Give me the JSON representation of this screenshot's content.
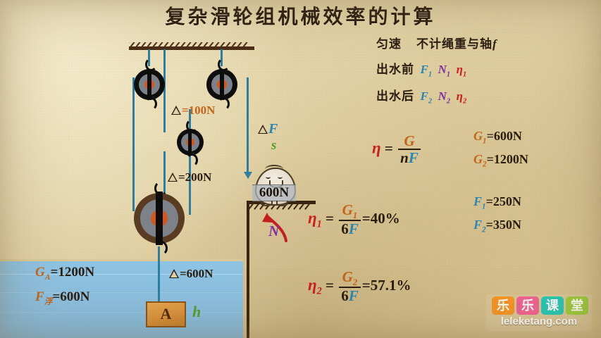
{
  "title": "复杂滑轮组机械效率的计算",
  "notes": {
    "uniform": "匀速",
    "no_rope_axis": "不计绳重与轴",
    "friction_sym": "f",
    "before_label": "出水前",
    "after_label": "出水后",
    "before_items": [
      "F",
      "N",
      "η"
    ],
    "after_items": [
      "F",
      "N",
      "η"
    ],
    "before_sub": "1",
    "after_sub": "2"
  },
  "formulas": {
    "main": {
      "lhs": "η",
      "eq": "=",
      "num": "G",
      "den_n": "n",
      "den_f": "F"
    },
    "eta1": {
      "lhs": "η",
      "lhs_sub": "1",
      "eq": "=",
      "num": "G",
      "num_sub": "1",
      "den_n": "6",
      "den_f": "F",
      "result": "=40%"
    },
    "eta2": {
      "lhs": "η",
      "lhs_sub": "2",
      "eq": "=",
      "num": "G",
      "num_sub": "2",
      "den_n": "6",
      "den_f": "F",
      "result": "=57.1%"
    }
  },
  "values": {
    "g1": {
      "sym": "G",
      "sub": "1",
      "text": "=600N"
    },
    "g2": {
      "sym": "G",
      "sub": "2",
      "text": "=1200N"
    },
    "f1": {
      "sym": "F",
      "sub": "1",
      "text": "=250N"
    },
    "f2": {
      "sym": "F",
      "sub": "2",
      "text": "=350N"
    }
  },
  "diagram": {
    "label_100": "=100N",
    "label_200": "=200N",
    "label_600": "=600N",
    "delta_F": "F",
    "delta_s": "s",
    "person_weight": "600N",
    "normal_force": "N",
    "object_label": "A",
    "height_label": "h"
  },
  "water": {
    "ga": {
      "sym": "G",
      "sub": "A",
      "text": "=1200N"
    },
    "f_buoy": {
      "sym": "F",
      "sub": "浮",
      "text": "=600N"
    }
  },
  "logo": {
    "tiles": [
      "乐",
      "乐",
      "课",
      "堂"
    ],
    "colors": [
      "#f59425",
      "#f06292",
      "#26c6b4",
      "#9ccc3c"
    ],
    "url": "leleketang.com"
  },
  "colors": {
    "paper": "#e2d2a5",
    "water": "#8ec3e3",
    "rope": "#2c7fa0",
    "ink": "#2a1d10",
    "blue": "#2a86b4",
    "purple": "#7d2f9e",
    "red": "#cc1f1f",
    "orange": "#c4641b",
    "green": "#4f9f2c"
  }
}
